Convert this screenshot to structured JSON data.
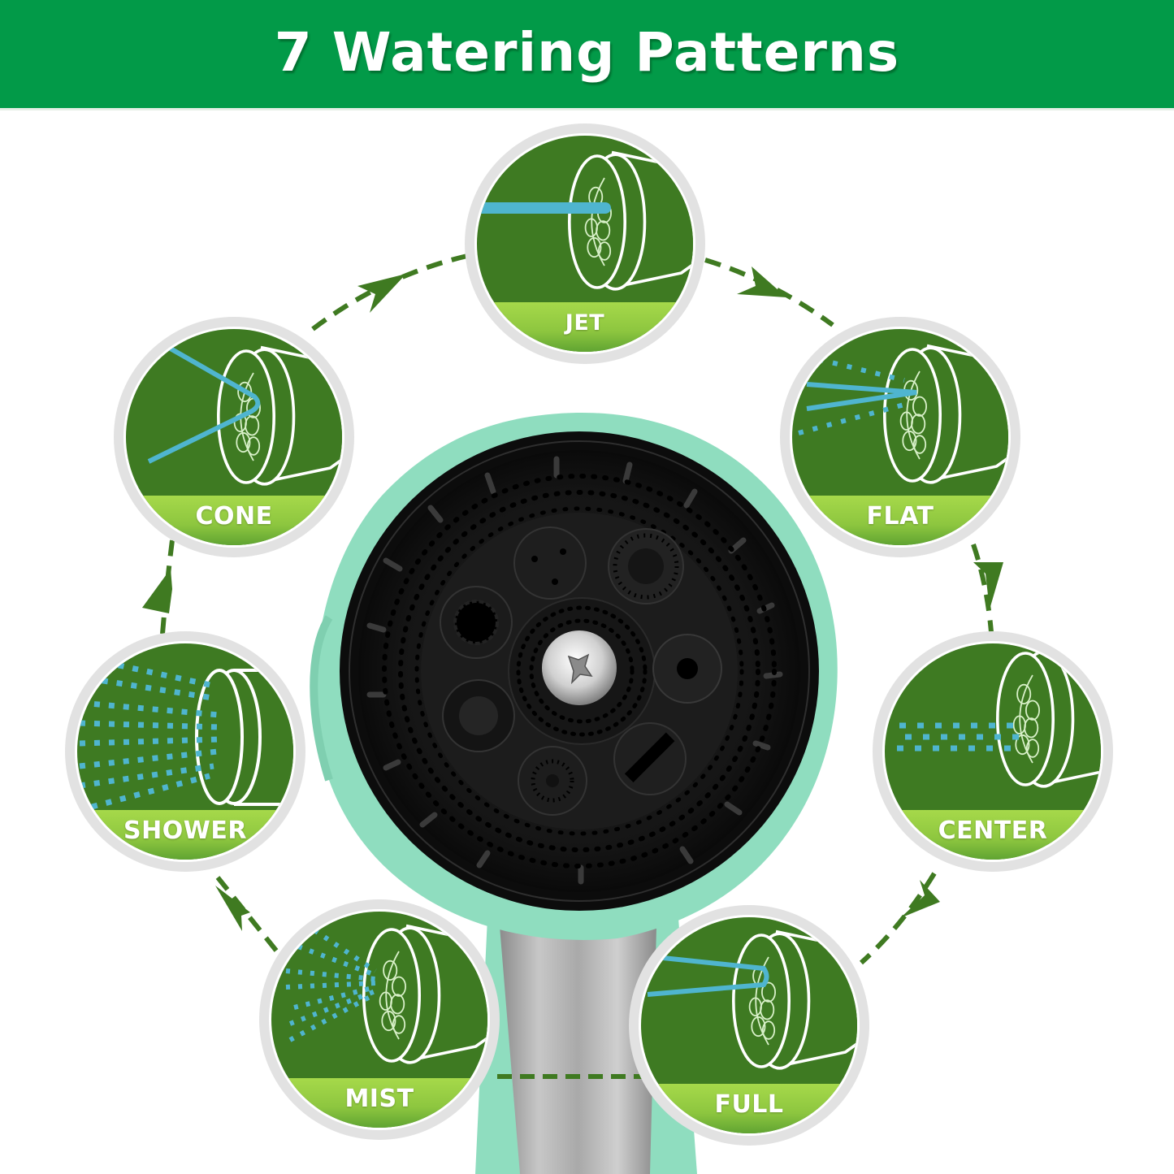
{
  "banner": {
    "title": "7 Watering Patterns",
    "background_color": "#029A48",
    "text_color": "#FFFFFF"
  },
  "colors": {
    "badge_ring": "#E2E2E2",
    "badge_fill": "#3E7A22",
    "badge_band": "#8DC63F",
    "spray": "#4FB5CF",
    "arrow": "#3F7A21",
    "nozzle_ring": "#8FDDBF",
    "nozzle_face": "#111111",
    "handle": "#B5B5B5"
  },
  "patterns": [
    {
      "id": "jet",
      "label": "JET",
      "spray_type": "single-stream"
    },
    {
      "id": "flat",
      "label": "FLAT",
      "spray_type": "fan"
    },
    {
      "id": "center",
      "label": "CENTER",
      "spray_type": "dotted-stream"
    },
    {
      "id": "full",
      "label": "FULL",
      "spray_type": "wide-stream"
    },
    {
      "id": "mist",
      "label": "MIST",
      "spray_type": "fine-mist"
    },
    {
      "id": "shower",
      "label": "SHOWER",
      "spray_type": "shower"
    },
    {
      "id": "cone",
      "label": "CONE",
      "spray_type": "cone"
    }
  ],
  "nozzle": {
    "description": "Hose nozzle spray head with 7-pattern dial",
    "pattern_count": 7
  }
}
